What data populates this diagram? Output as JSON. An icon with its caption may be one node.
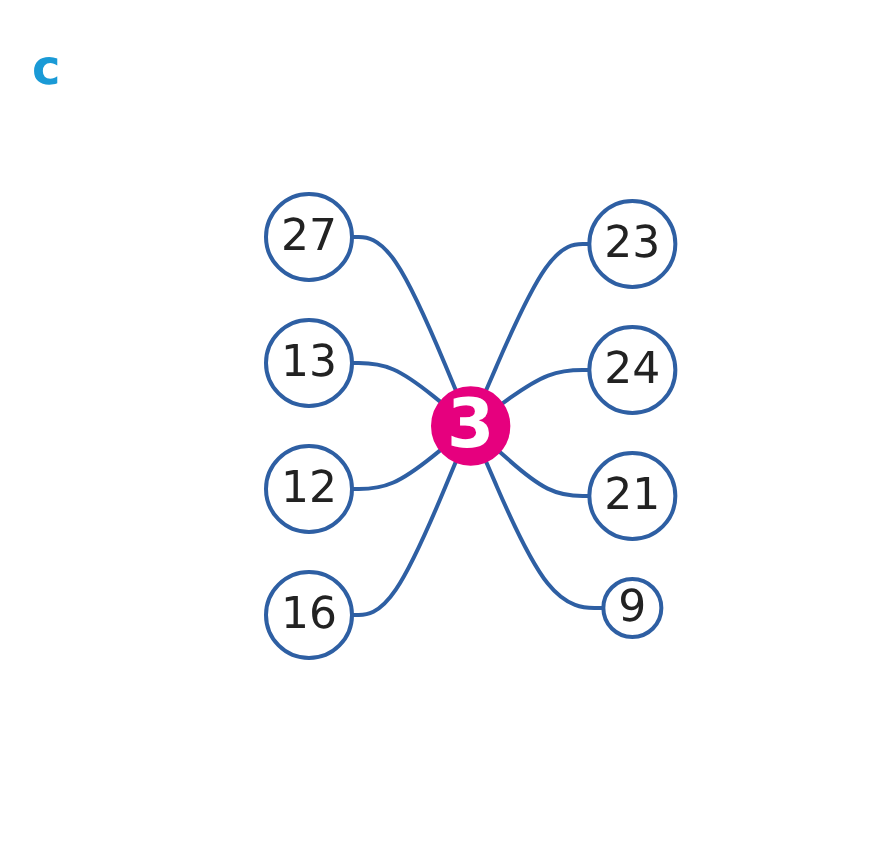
{
  "diagram": {
    "nodes": [
      {
        "text": [
          "27"
        ]
      },
      {
        "text": [
          "13"
        ]
      },
      {
        "text": [
          "23"
        ]
      },
      {
        "text": [
          "12"
        ]
      },
      {
        "text": [
          "3"
        ]
      },
      {
        "text": [
          "24"
        ]
      },
      {
        "text": [
          "16"
        ]
      },
      {
        "text": [
          "21"
        ]
      },
      {
        "text": [
          "9"
        ]
      }
    ],
    "edges": [
      {
        "from": 0,
        "to": 4,
        "arrow": "none"
      },
      {
        "from": 1,
        "to": 4,
        "arrow": "none"
      },
      {
        "from": 3,
        "to": 4,
        "arrow": "none"
      },
      {
        "from": 6,
        "to": 4,
        "arrow": "none"
      },
      {
        "from": 4,
        "to": 2,
        "arrow": "none"
      },
      {
        "from": 4,
        "to": 5,
        "arrow": "none"
      },
      {
        "from": 4,
        "to": 7,
        "arrow": "none"
      },
      {
        "from": 4,
        "to": 8,
        "arrow": "none"
      }
    ],
    "labels": [
      "c"
    ]
  }
}
